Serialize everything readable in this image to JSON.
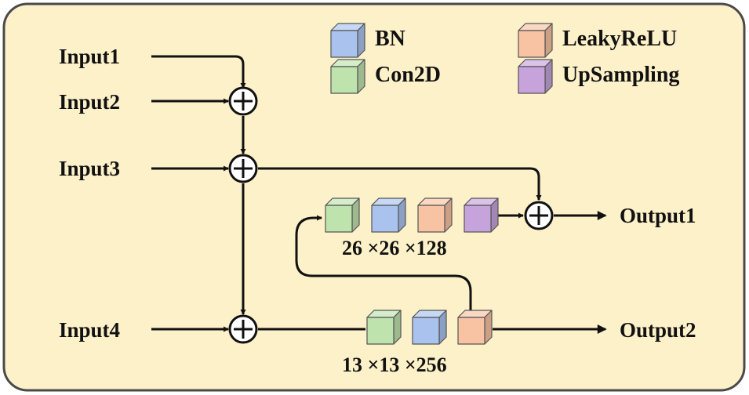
{
  "colors": {
    "background": "#fdf1c9",
    "border": "#4a4a4a",
    "line": "#111111",
    "bn": "#a9c3ee",
    "con2d": "#bfe3ad",
    "leakyrelu": "#f8c3a3",
    "upsampling": "#c7a3dc"
  },
  "inputs": [
    "Input1",
    "Input2",
    "Input3",
    "Input4"
  ],
  "outputs": [
    "Output1",
    "Output2"
  ],
  "legend": [
    {
      "label": "BN",
      "color": "#a9c3ee"
    },
    {
      "label": "Con2D",
      "color": "#bfe3ad"
    },
    {
      "label": "LeakyReLU",
      "color": "#f8c3a3"
    },
    {
      "label": "UpSampling",
      "color": "#c7a3dc"
    }
  ],
  "branches": [
    {
      "dims": "26 ×26 ×128",
      "blocks": [
        "#bfe3ad",
        "#a9c3ee",
        "#f8c3a3",
        "#c7a3dc"
      ]
    },
    {
      "dims": "13 ×13 ×256",
      "blocks": [
        "#bfe3ad",
        "#a9c3ee",
        "#f8c3a3"
      ]
    }
  ]
}
